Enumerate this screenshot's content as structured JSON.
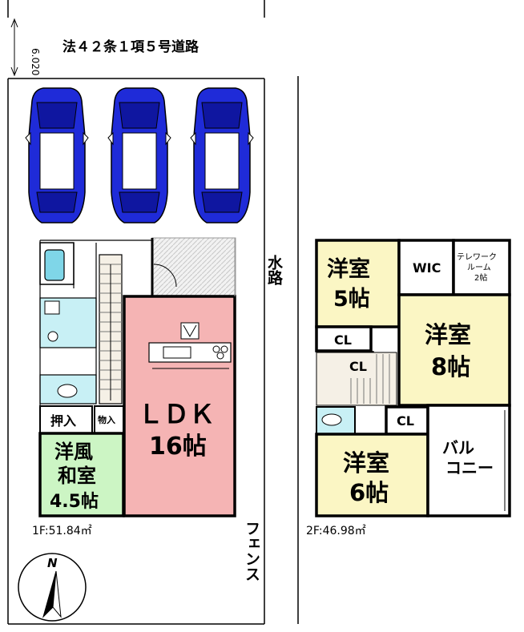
{
  "road": {
    "label": "法４２条１項５号道路",
    "width_label": "6.020"
  },
  "side": {
    "waterway": "水路",
    "fence": "フェンス"
  },
  "floor1": {
    "area_label": "1F:51.84㎡",
    "ldk_name": "ＬＤＫ",
    "ldk_size": "16帖",
    "oshiire": "押入",
    "storage": "物入",
    "washitsu_line1": "洋風",
    "washitsu_line2": "和室",
    "washitsu_size": "4.5帖"
  },
  "floor2": {
    "area_label": "2F:46.98㎡",
    "room5_name": "洋室",
    "room5_size": "5帖",
    "wic": "WIC",
    "telework_line1": "テレワーク",
    "telework_line2": "ルーム",
    "telework_size": "2帖",
    "room8_name": "洋室",
    "room8_size": "8帖",
    "cl_a": "CL",
    "cl_b": "CL",
    "cl_c": "CL",
    "room6_name": "洋室",
    "room6_size": "6帖",
    "balcony_line1": "バル",
    "balcony_line2": "コニー"
  },
  "compass": {
    "north": "N"
  },
  "colors": {
    "ldk": "#f5b4b4",
    "washitsu": "#ccf5c4",
    "bath": "#c8f0f5",
    "bedroom": "#fbf6c4",
    "car": "#1f2bd8",
    "parking": "#dcdcdc"
  }
}
